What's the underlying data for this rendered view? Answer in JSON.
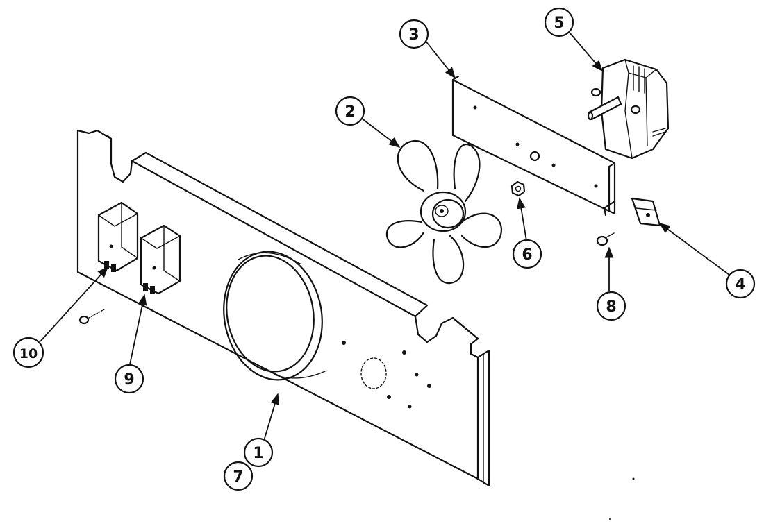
{
  "callouts": [
    {
      "id": "c1",
      "label": "1"
    },
    {
      "id": "c2",
      "label": "2"
    },
    {
      "id": "c3",
      "label": "3"
    },
    {
      "id": "c4",
      "label": "4"
    },
    {
      "id": "c5",
      "label": "5"
    },
    {
      "id": "c6",
      "label": "6"
    },
    {
      "id": "c7",
      "label": "7"
    },
    {
      "id": "c8",
      "label": "8"
    },
    {
      "id": "c9",
      "label": "9"
    },
    {
      "id": "c10",
      "label": "10"
    }
  ],
  "colors": {
    "ink": "#111111",
    "paper": "#ffffff"
  }
}
